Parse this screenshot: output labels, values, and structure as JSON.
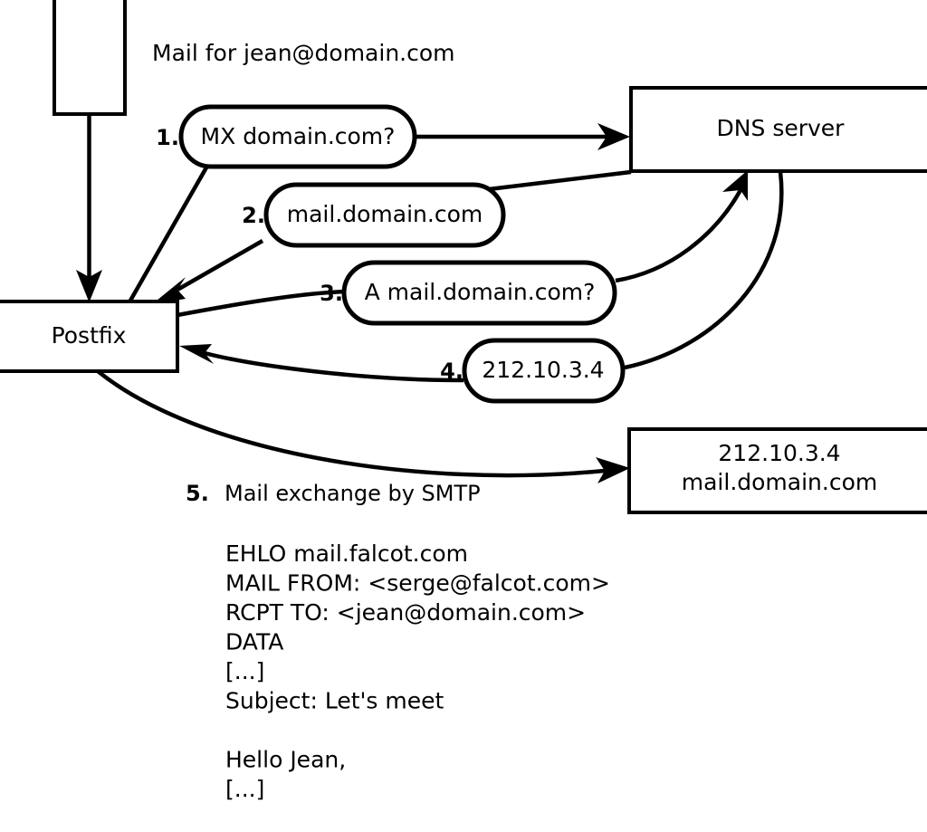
{
  "diagram": {
    "title_caption": "Mail for jean@domain.com",
    "nodes": {
      "inbox": {
        "label": ""
      },
      "postfix": {
        "label": "Postfix"
      },
      "dns_server": {
        "label": "DNS server"
      },
      "remote_server": {
        "line1": "212.10.3.4",
        "line2": "mail.domain.com"
      }
    },
    "steps": [
      {
        "number": "1.",
        "label": "MX domain.com?"
      },
      {
        "number": "2.",
        "label": "mail.domain.com"
      },
      {
        "number": "3.",
        "label": "A mail.domain.com?"
      },
      {
        "number": "4.",
        "label": "212.10.3.4"
      }
    ],
    "step5": {
      "number": "5.",
      "label": "Mail exchange by SMTP"
    },
    "smtp_transcript": [
      "EHLO mail.falcot.com",
      "MAIL FROM: <serge@falcot.com>",
      "RCPT TO: <jean@domain.com>",
      "DATA",
      "[...]",
      "Subject: Let's meet",
      "",
      "Hello Jean,",
      "[...]",
      "",
      "."
    ],
    "colors": {
      "stroke": "#000000",
      "fill": "#ffffff",
      "text": "#000000"
    }
  }
}
